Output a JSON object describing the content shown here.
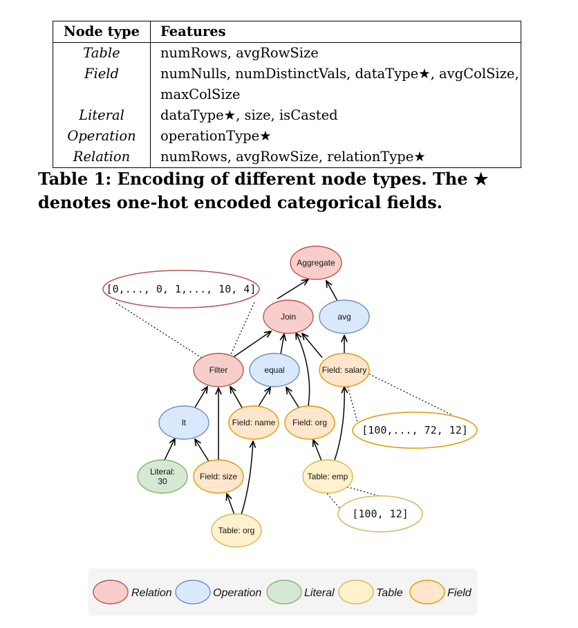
{
  "table": {
    "header": {
      "col1": "Node type",
      "col2": "Features"
    },
    "rows": [
      {
        "type": "Table",
        "features": "numRows, avgRowSize"
      },
      {
        "type": "Field",
        "features": "numNulls, numDistinctVals, dataType★, avgColSize,",
        "features_cont": "maxColSize"
      },
      {
        "type": "Literal",
        "features": "dataType★, size, isCasted"
      },
      {
        "type": "Operation",
        "features": "operationType★"
      },
      {
        "type": "Relation",
        "features": "numRows, avgRowSize, relationType★"
      }
    ]
  },
  "caption": "Table 1: Encoding of different node types. The ★ denotes one-hot encoded categorical fields.",
  "diagram": {
    "nodes": {
      "aggregate": "Aggregate",
      "join": "Join",
      "avg": "avg",
      "filter": "Filter",
      "equal": "equal",
      "field_salary": "Field: salary",
      "lt": "lt",
      "field_name": "Field: name",
      "field_org": "Field: org",
      "literal_line1": "Literal:",
      "literal_line2": "30",
      "field_size": "Field: size",
      "table_emp": "Table: emp",
      "table_org": "Table: org"
    },
    "vectors": {
      "filter_vec": "[0,..., 0, 1,..., 10, 4]",
      "salary_vec": "[100,..., 72, 12]",
      "emp_vec": "[100, 12]"
    },
    "colors": {
      "relation_fill": "#f8cecc",
      "relation_stroke": "#b85450",
      "operation_fill": "#dae8fc",
      "operation_stroke": "#6c8ebf",
      "literal_fill": "#d5e8d4",
      "literal_stroke": "#82b366",
      "table_fill": "#fff2cc",
      "table_stroke": "#d6b656",
      "field_fill": "#ffe6cc",
      "field_stroke": "#d79b00"
    }
  },
  "legend": {
    "relation": "Relation",
    "operation": "Operation",
    "literal": "Literal",
    "table": "Table",
    "field": "Field"
  }
}
